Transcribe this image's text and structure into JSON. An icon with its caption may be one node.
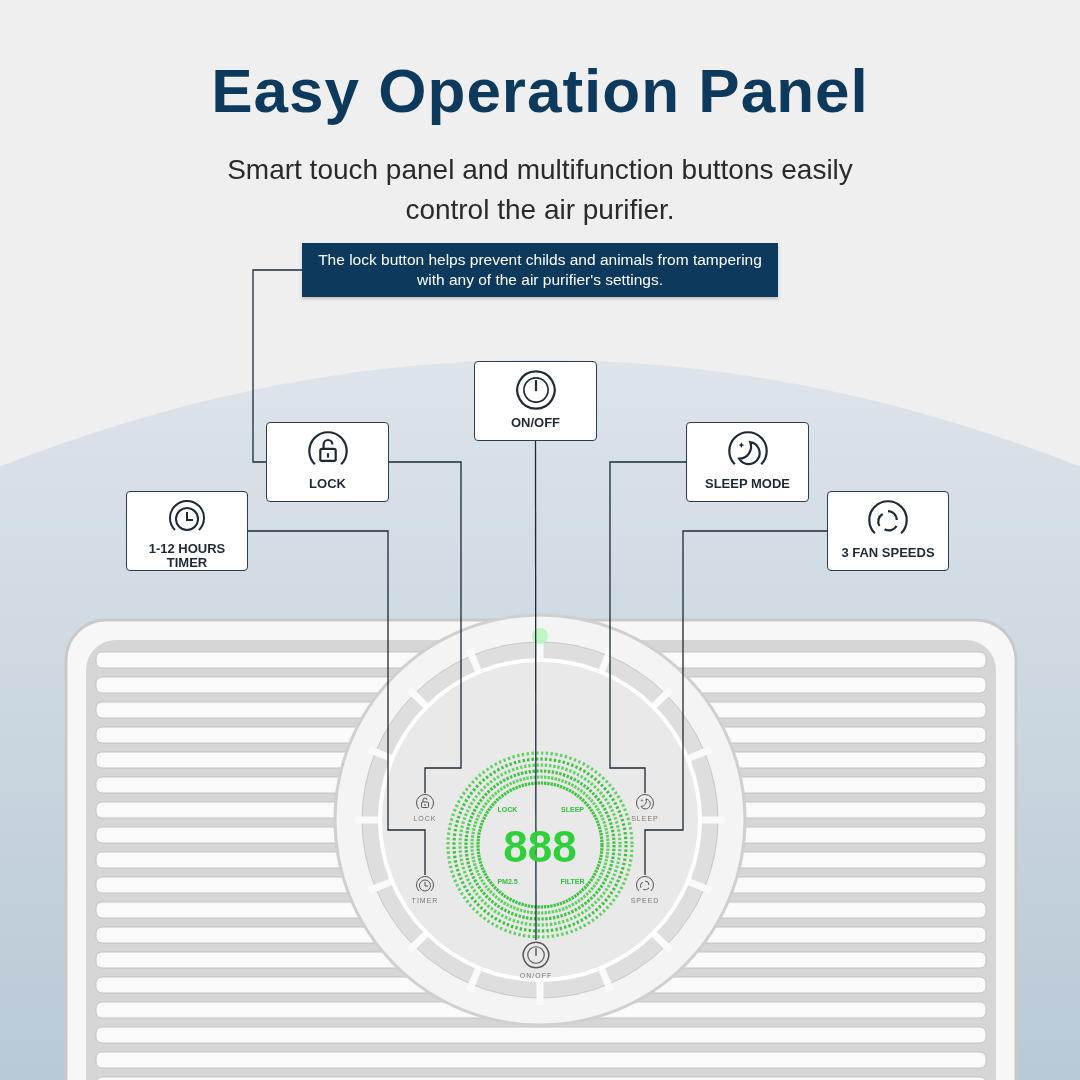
{
  "diagram": {
    "title": "Easy Operation Panel",
    "nodes": [
      {
        "text": [
          "The lock button helps prevent childs and animals from tampering with any of the air purifier's settings."
        ]
      },
      {
        "text": [
          "LOCK"
        ]
      },
      {
        "text": [
          "ON/OFF"
        ]
      },
      {
        "text": [
          "SLEEP MODE"
        ]
      },
      {
        "text": [
          "1-12 HOURS TIMER"
        ]
      },
      {
        "text": [
          "3 FAN SPEEDS"
        ]
      },
      {
        "text": [
          "LOCK"
        ]
      },
      {
        "text": [
          "SLEEP"
        ]
      },
      {
        "text": [
          "TIMER"
        ]
      },
      {
        "text": [
          "SPEED"
        ]
      },
      {
        "text": [
          "ON/OFF"
        ]
      }
    ],
    "edges": [
      {
        "from": 0,
        "to": 1,
        "arrow": "none"
      },
      {
        "from": 1,
        "to": 6,
        "arrow": "none"
      },
      {
        "from": 2,
        "to": 10,
        "arrow": "none"
      },
      {
        "from": 3,
        "to": 7,
        "arrow": "none"
      },
      {
        "from": 4,
        "to": 8,
        "arrow": "none"
      },
      {
        "from": 5,
        "to": 9,
        "arrow": "none"
      }
    ],
    "labels": [
      "Smart touch panel and multifunction buttons easily control the air purifier.",
      "LOCK",
      "SLEEP",
      "888",
      "PM2.5",
      "FILTER"
    ]
  }
}
